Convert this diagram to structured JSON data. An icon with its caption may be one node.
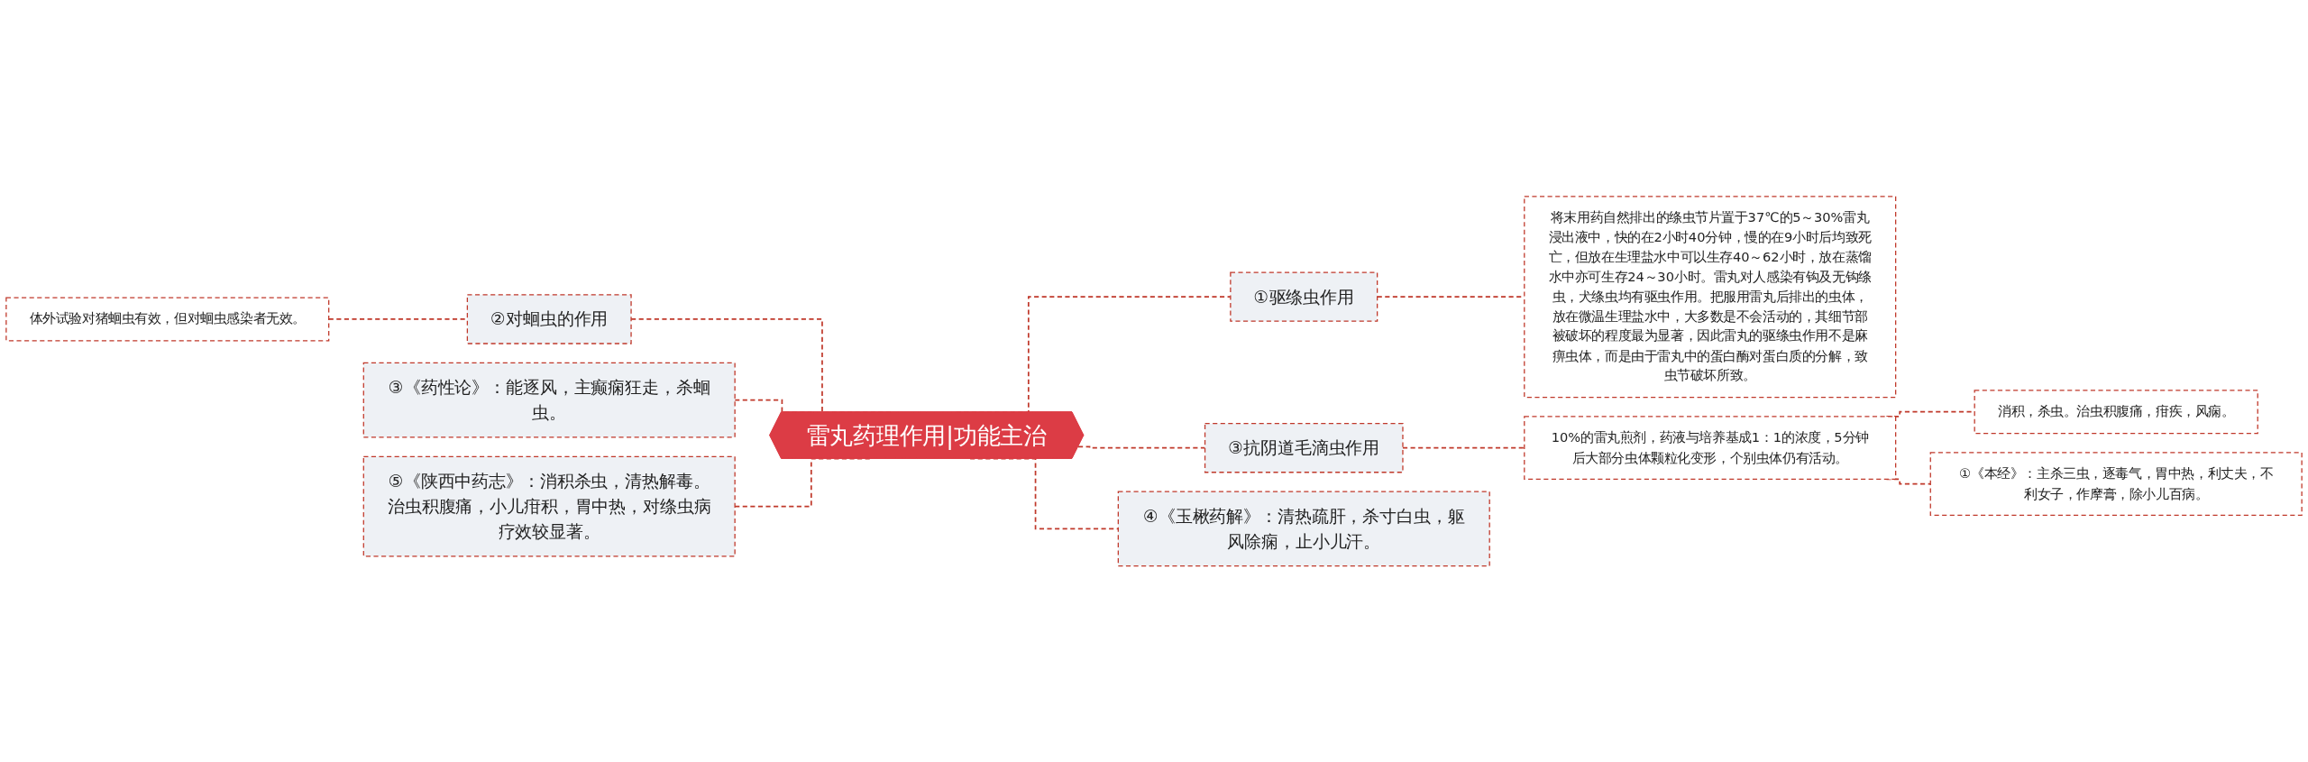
{
  "diagram": {
    "nodes": [
      {
        "text": [
          "雷丸药理作用|功能主治"
        ]
      },
      {
        "text": [
          "①驱绦虫作用"
        ]
      },
      {
        "text": [
          "将末用药自然排出的绦虫节片置于37℃的5～30%雷丸浸出液中，快的在2小时40分钟，慢的在9小时后均致死亡，但放在生理盐水中可以生存40～62小时，放在蒸馏水中亦可生存24～30小时。雷丸对人感染有钩及无钩绦虫，犬绦虫均有驱虫作用。把服用雷丸后排出的虫体，放在微温生理盐水中，大多数是不会活动的，其细节部被破坏的程度最为显著，因此雷丸的驱绦虫作用不是麻痹虫体，而是由于雷丸中的蛋白酶对蛋白质的分解，致虫节破坏所致。"
        ]
      },
      {
        "text": [
          "②对蛔虫的作用"
        ]
      },
      {
        "text": [
          "体外试验对猪蛔虫有效，但对蛔虫感染者无效。"
        ]
      },
      {
        "text": [
          "③《药性论》：能逐风，主癫痫狂走，杀蛔虫。"
        ]
      },
      {
        "text": [
          "⑤《陕西中药志》：消积杀虫，清热解毒。治虫积腹痛，小儿疳积，胃中热，对绦虫病疗效较显著。"
        ]
      },
      {
        "text": [
          "③抗阴道毛滴虫作用"
        ]
      },
      {
        "text": [
          "10%的雷丸煎剂，药液与培养基成1：1的浓度，5分钟后大部分虫体颗粒化变形，个别虫体仍有活动。"
        ]
      },
      {
        "text": [
          "消积，杀虫。治虫积腹痛，疳疾，风痫。"
        ]
      },
      {
        "text": [
          "①《本经》：主杀三虫，逐毒气，胃中热，利丈夫，不利女子，作摩膏，除小儿百病。"
        ]
      },
      {
        "text": [
          "④《玉楸药解》：清热疏肝，杀寸白虫，躯风除痫，止小儿汗。"
        ]
      }
    ],
    "edges": [
      {
        "from": 0,
        "to": 1,
        "arrow": "none",
        "style": "dashed"
      },
      {
        "from": 1,
        "to": 2,
        "arrow": "none",
        "style": "dashed"
      },
      {
        "from": 3,
        "to": 0,
        "arrow": "none",
        "style": "dashed"
      },
      {
        "from": 4,
        "to": 3,
        "arrow": "none",
        "style": "dashed"
      },
      {
        "from": 5,
        "to": 0,
        "arrow": "none",
        "style": "dashed"
      },
      {
        "from": 6,
        "to": 0,
        "arrow": "none",
        "style": "dashed"
      },
      {
        "from": 0,
        "to": 7,
        "arrow": "none",
        "style": "dashed"
      },
      {
        "from": 7,
        "to": 8,
        "arrow": "none",
        "style": "dashed"
      },
      {
        "from": 8,
        "to": 9,
        "arrow": "none",
        "style": "dashed"
      },
      {
        "from": 8,
        "to": 10,
        "arrow": "none",
        "style": "dashed"
      },
      {
        "from": 0,
        "to": 11,
        "arrow": "none",
        "style": "dashed"
      }
    ]
  }
}
